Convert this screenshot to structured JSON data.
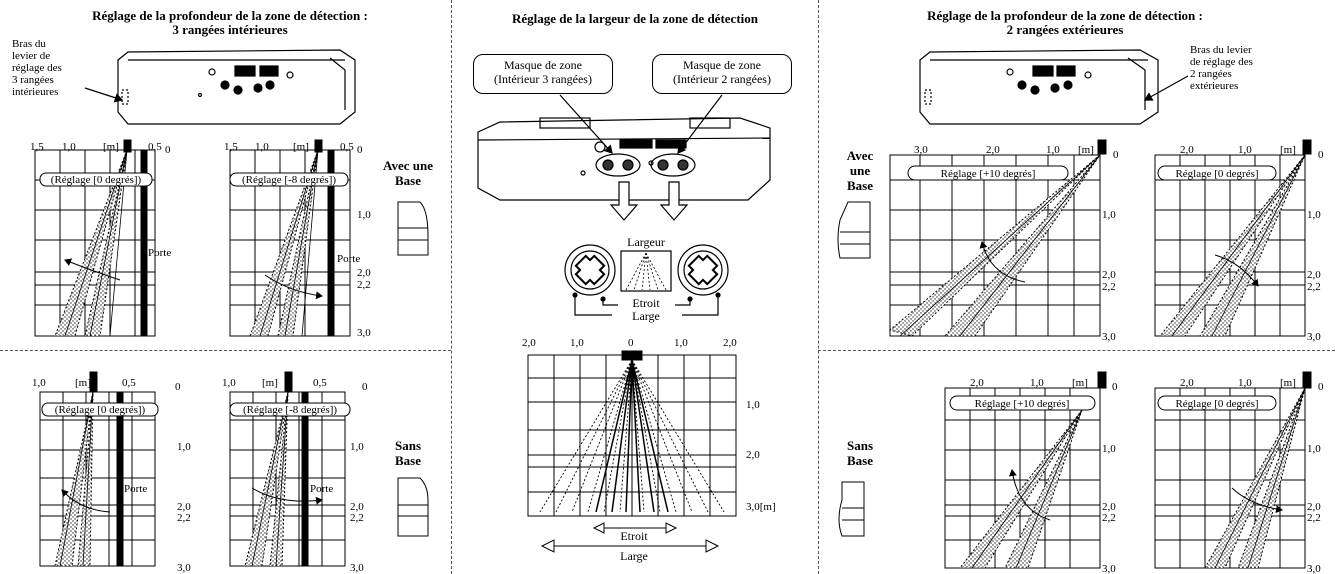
{
  "left": {
    "title_line1": "Réglage de la profondeur de la zone de détection :",
    "title_line2": "3 rangées intérieures",
    "lever_label": [
      "Bras du",
      "levier de",
      "réglage des",
      "3 rangées",
      "intérieures"
    ],
    "top_scale_left": [
      "1,5",
      "1,0",
      "[m]",
      "0,5",
      "0"
    ],
    "top_scale_right": [
      "1,5",
      "1,0",
      "[m]",
      "0,5",
      "0"
    ],
    "depth_ticks_top": [
      "1,0",
      "2,0",
      "2,2",
      "3,0"
    ],
    "bottom_scale_left": [
      "1,0",
      "[m]",
      "0,5",
      "0"
    ],
    "bottom_scale_right": [
      "1,0",
      "[m]",
      "0,5",
      "0"
    ],
    "depth_ticks_bottom": [
      "1,0",
      "2,0",
      "2,2",
      "3,0"
    ],
    "setting_0": "(Réglage [0 degrés])",
    "setting_m8": "(Réglage [-8 degrés])",
    "door": "Porte",
    "with_base": [
      "Avec une",
      "Base"
    ],
    "without_base": [
      "Sans",
      "Base"
    ]
  },
  "center": {
    "title": "Réglage de la largeur de la zone de détection",
    "mask_3": [
      "Masque de zone",
      "(Intérieur 3 rangées)"
    ],
    "mask_2": [
      "Masque de zone",
      "(Intérieur 2 rangées)"
    ],
    "width": "Largeur",
    "narrow": "Etroit",
    "wide": "Large",
    "scale": [
      "2,0",
      "1,0",
      "0",
      "1,0",
      "2,0"
    ],
    "depth": [
      "1,0",
      "2,0",
      "3,0[m]"
    ]
  },
  "right": {
    "title_line1": "Réglage de la profondeur de la zone de détection :",
    "title_line2": "2 rangées extérieures",
    "lever_label": [
      "Bras du levier",
      "de réglage des",
      "2 rangées",
      "extérieures"
    ],
    "top_scale_left": [
      "3,0",
      "2,0",
      "1,0",
      "[m]",
      "0"
    ],
    "top_scale_right": [
      "2,0",
      "1,0",
      "[m]",
      "0"
    ],
    "bottom_scale_left": [
      "2,0",
      "1,0",
      "[m]",
      "0"
    ],
    "bottom_scale_right": [
      "2,0",
      "1,0",
      "[m]",
      "0"
    ],
    "depth_ticks": [
      "1,0",
      "2,0",
      "2,2",
      "3,0"
    ],
    "setting_p10": "Réglage [+10 degrés]",
    "setting_0": "Réglage [0 degrés]",
    "with_base": [
      "Avec",
      "une",
      "Base"
    ],
    "without_base": [
      "Sans",
      "Base"
    ]
  }
}
